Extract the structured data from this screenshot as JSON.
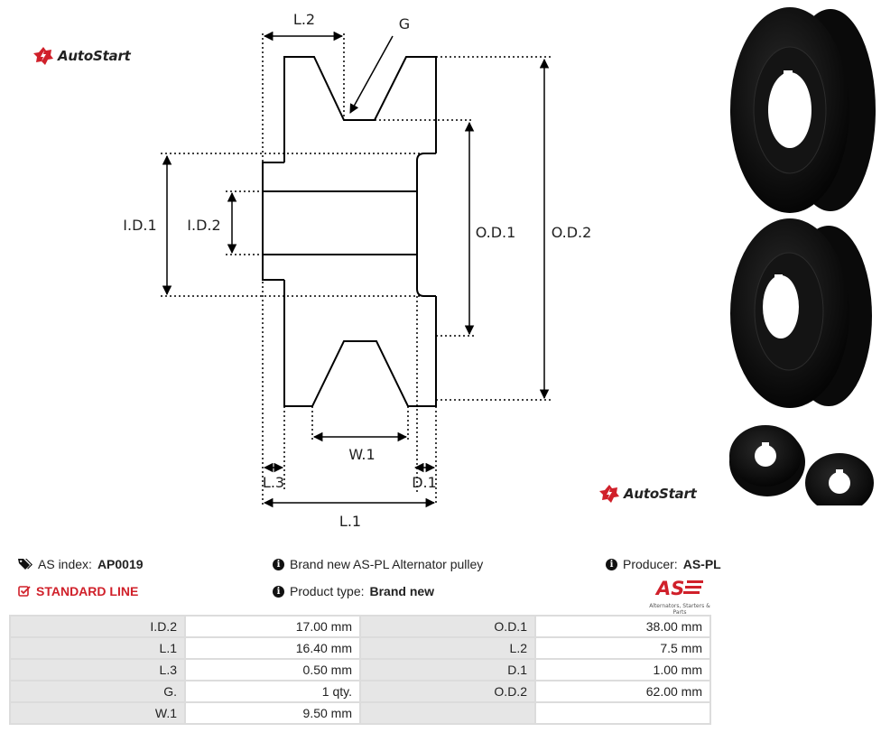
{
  "brand": {
    "name": "AutoStart"
  },
  "diagram": {
    "labels": {
      "l2": "L.2",
      "g": "G",
      "id1": "I.D.1",
      "id2": "I.D.2",
      "od1": "O.D.1",
      "od2": "O.D.2",
      "w1": "W.1",
      "l3": "L.3",
      "d1": "D.1",
      "l1": "L.1"
    }
  },
  "product": {
    "as_index_label": "AS index:",
    "as_index_value": "AP0019",
    "standard_line": "STANDARD LINE",
    "description": "Brand new AS-PL Alternator pulley",
    "product_type_label": "Product type:",
    "product_type_value": "Brand new",
    "producer_label": "Producer:",
    "producer_value": "AS-PL",
    "producer_logo_text": "AS",
    "producer_logo_caption": "Alternators, Starters & Parts"
  },
  "specs": [
    [
      "I.D.2",
      "17.00 mm",
      "O.D.1",
      "38.00 mm"
    ],
    [
      "L.1",
      "16.40 mm",
      "L.2",
      "7.5 mm"
    ],
    [
      "L.3",
      "0.50 mm",
      "D.1",
      "1.00 mm"
    ],
    [
      "G.",
      "1 qty.",
      "O.D.2",
      "62.00 mm"
    ],
    [
      "W.1",
      "9.50 mm",
      "",
      ""
    ]
  ],
  "colors": {
    "accent_red": "#d0202a",
    "table_header_bg": "#e6e6e6",
    "border": "#dcdcdc"
  },
  "icons": [
    "tags-icon",
    "info-icon",
    "check-square-icon",
    "autostart-logo-icon"
  ]
}
